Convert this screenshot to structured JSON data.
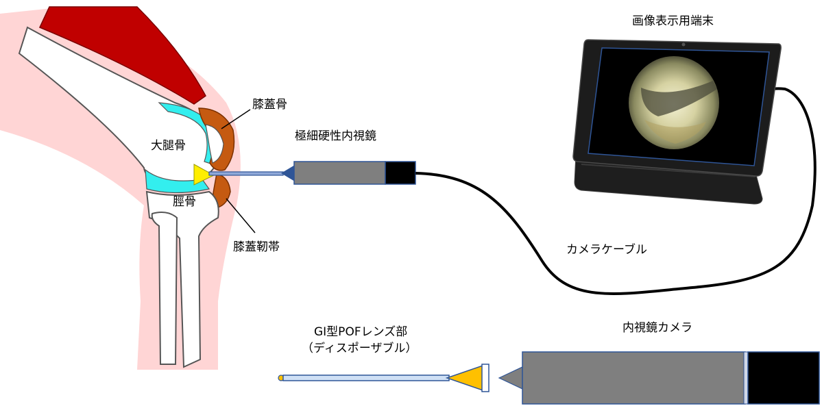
{
  "labels": {
    "patella": "膝蓋骨",
    "femur": "大腿骨",
    "tibia": "脛骨",
    "patellar_ligament": "膝蓋靭帯",
    "endoscope": "極細硬性内視鏡",
    "display_terminal": "画像表示用端末",
    "camera_cable": "カメラケーブル",
    "lens_part": "GI型POFレンズ部",
    "disposable": "（ディスポーザブル）",
    "endoscope_camera": "内視鏡カメラ"
  },
  "colors": {
    "muscle": "#c00000",
    "skin": "#ffd5d5",
    "cartilage": "#33eeee",
    "patella_orange": "#c55a11",
    "lens_yellow": "#ffc000",
    "probe_yellow": "#ffee00",
    "scope_gray": "#7f7f7f",
    "scope_blue": "#2f5597",
    "camera_black": "#000000",
    "tablet_frame": "#1c1c1c"
  }
}
